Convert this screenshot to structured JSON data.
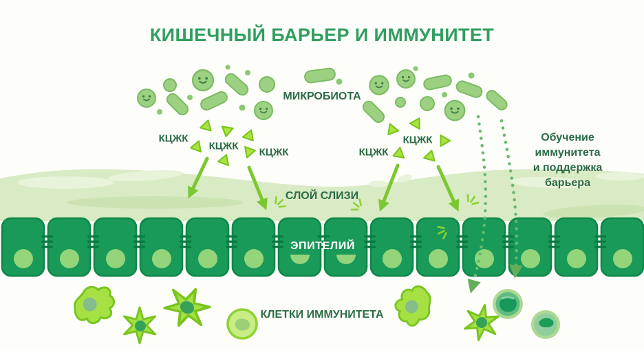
{
  "title": "КИШЕЧНЫЙ БАРЬЕР И ИММУНИТЕТ",
  "labels": {
    "microbiota": "МИКРОБИОТА",
    "scfa": "КЦЖК",
    "mucus_layer": "СЛОЙ СЛИЗИ",
    "epithelium": "ЭПИТЕЛИЙ",
    "immune_cells": "КЛЕТКИ ИММУНИТЕТА",
    "immunity_note_line1": "Обучение иммунитета",
    "immunity_note_line2": "и поддержка барьера"
  },
  "diagram": {
    "epithelium_cell_count": 14,
    "scfa_label_count": 5,
    "solid_arrow_count": 4,
    "dotted_arrow_count": 2,
    "immune_cell_count": 8
  },
  "icons": {
    "bacterium-round": "round smiling microbe",
    "bacterium-rod": "rod-shaped microbe",
    "scfa-triangle": "short-chain fatty acid particle",
    "down-arrow": "SCFA absorption arrow",
    "dotted-arrow": "signalling path to immune cells",
    "impact-spark": "absorption spark",
    "macrophage": "amoeboid immune cell",
    "dendritic-cell": "star-shaped immune cell",
    "lymphocyte": "round immune cell"
  },
  "colors": {
    "title_green": "#2f9e5f",
    "label_green": "#2c6b46",
    "mucus_green": "#d9ebc5",
    "cell_green": "#199a58",
    "nucleus_green": "#94d47b",
    "bacteria_green": "#9bd181",
    "bright_green": "#a9e53e",
    "arrow_green": "#7cc832",
    "dotted_green": "#69b86f",
    "background": "#fdfdfa"
  }
}
